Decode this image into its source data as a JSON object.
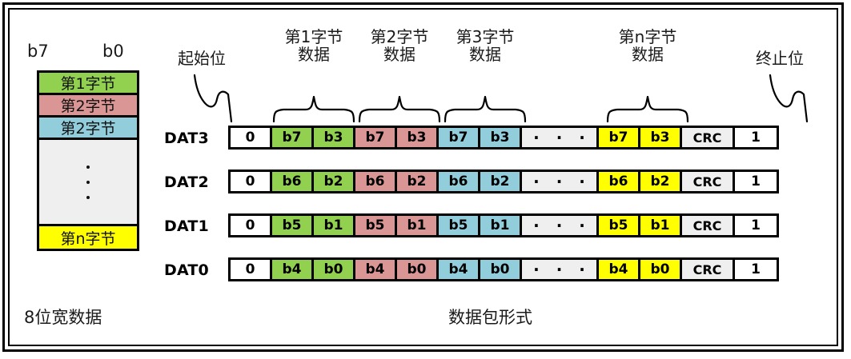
{
  "diagram": {
    "left_panel": {
      "bit_high_label": "b7",
      "bit_low_label": "b0",
      "caption": "8位宽数据",
      "bytes": [
        {
          "label": "第1字节",
          "color": "#92D050"
        },
        {
          "label": "第2字节",
          "color": "#D99694"
        },
        {
          "label": "第2字节",
          "color": "#92CDDC"
        },
        {
          "label": "",
          "color": "#EFEFEF"
        },
        {
          "label": "第n字节",
          "color": "#FFFF00"
        }
      ]
    },
    "right_panel": {
      "caption": "数据包形式",
      "start_bit_label": "起始位",
      "stop_bit_label": "终止位",
      "group_labels": [
        "第1字节\n数据",
        "第2字节\n数据",
        "第3字节\n数据",
        "第n字节\n数据"
      ],
      "group_labels_flat": [
        {
          "line1": "第1字节",
          "line2": "数据"
        },
        {
          "line1": "第2字节",
          "line2": "数据"
        },
        {
          "line1": "第3字节",
          "line2": "数据"
        },
        {
          "line1": "第n字节",
          "line2": "数据"
        }
      ],
      "rows": [
        {
          "name": "DAT3",
          "cells": [
            {
              "text": "0",
              "color": "#FFFFFF",
              "width": "w1"
            },
            {
              "text": "b7",
              "color": "#92D050",
              "width": "w1"
            },
            {
              "text": "b3",
              "color": "#92D050",
              "width": "w1"
            },
            {
              "text": "b7",
              "color": "#D99694",
              "width": "w1"
            },
            {
              "text": "b3",
              "color": "#D99694",
              "width": "w1"
            },
            {
              "text": "b7",
              "color": "#92CDDC",
              "width": "w1"
            },
            {
              "text": "b3",
              "color": "#92CDDC",
              "width": "w1"
            },
            {
              "text": "· · ·",
              "color": "#EFEFEF",
              "width": "w2"
            },
            {
              "text": "b7",
              "color": "#FFFF00",
              "width": "w1"
            },
            {
              "text": "b3",
              "color": "#FFFF00",
              "width": "w1"
            },
            {
              "text": "CRC",
              "color": "#EFEFEF",
              "width": "crc"
            },
            {
              "text": "1",
              "color": "#FFFFFF",
              "width": "w1"
            }
          ]
        },
        {
          "name": "DAT2",
          "cells": [
            {
              "text": "0",
              "color": "#FFFFFF",
              "width": "w1"
            },
            {
              "text": "b6",
              "color": "#92D050",
              "width": "w1"
            },
            {
              "text": "b2",
              "color": "#92D050",
              "width": "w1"
            },
            {
              "text": "b6",
              "color": "#D99694",
              "width": "w1"
            },
            {
              "text": "b2",
              "color": "#D99694",
              "width": "w1"
            },
            {
              "text": "b6",
              "color": "#92CDDC",
              "width": "w1"
            },
            {
              "text": "b2",
              "color": "#92CDDC",
              "width": "w1"
            },
            {
              "text": "· · ·",
              "color": "#EFEFEF",
              "width": "w2"
            },
            {
              "text": "b6",
              "color": "#FFFF00",
              "width": "w1"
            },
            {
              "text": "b2",
              "color": "#FFFF00",
              "width": "w1"
            },
            {
              "text": "CRC",
              "color": "#EFEFEF",
              "width": "crc"
            },
            {
              "text": "1",
              "color": "#FFFFFF",
              "width": "w1"
            }
          ]
        },
        {
          "name": "DAT1",
          "cells": [
            {
              "text": "0",
              "color": "#FFFFFF",
              "width": "w1"
            },
            {
              "text": "b5",
              "color": "#92D050",
              "width": "w1"
            },
            {
              "text": "b1",
              "color": "#92D050",
              "width": "w1"
            },
            {
              "text": "b5",
              "color": "#D99694",
              "width": "w1"
            },
            {
              "text": "b1",
              "color": "#D99694",
              "width": "w1"
            },
            {
              "text": "b5",
              "color": "#92CDDC",
              "width": "w1"
            },
            {
              "text": "b1",
              "color": "#92CDDC",
              "width": "w1"
            },
            {
              "text": "· · ·",
              "color": "#EFEFEF",
              "width": "w2"
            },
            {
              "text": "b5",
              "color": "#FFFF00",
              "width": "w1"
            },
            {
              "text": "b1",
              "color": "#FFFF00",
              "width": "w1"
            },
            {
              "text": "CRC",
              "color": "#EFEFEF",
              "width": "crc"
            },
            {
              "text": "1",
              "color": "#FFFFFF",
              "width": "w1"
            }
          ]
        },
        {
          "name": "DAT0",
          "cells": [
            {
              "text": "0",
              "color": "#FFFFFF",
              "width": "w1"
            },
            {
              "text": "b4",
              "color": "#92D050",
              "width": "w1"
            },
            {
              "text": "b0",
              "color": "#92D050",
              "width": "w1"
            },
            {
              "text": "b4",
              "color": "#D99694",
              "width": "w1"
            },
            {
              "text": "b0",
              "color": "#D99694",
              "width": "w1"
            },
            {
              "text": "b4",
              "color": "#92CDDC",
              "width": "w1"
            },
            {
              "text": "b0",
              "color": "#92CDDC",
              "width": "w1"
            },
            {
              "text": "· · ·",
              "color": "#EFEFEF",
              "width": "w2"
            },
            {
              "text": "b4",
              "color": "#FFFF00",
              "width": "w1"
            },
            {
              "text": "b0",
              "color": "#FFFF00",
              "width": "w1"
            },
            {
              "text": "CRC",
              "color": "#EFEFEF",
              "width": "crc"
            },
            {
              "text": "1",
              "color": "#FFFFFF",
              "width": "w1"
            }
          ]
        }
      ]
    }
  }
}
